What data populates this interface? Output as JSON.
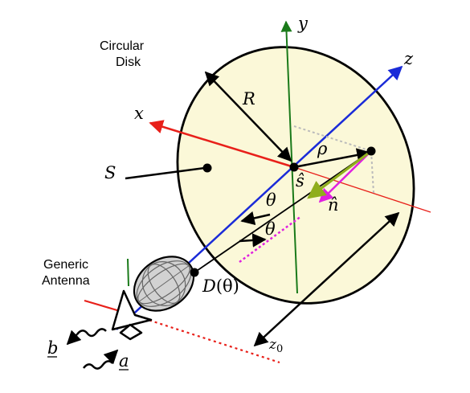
{
  "labels": {
    "disk_title_line1": "Circular",
    "disk_title_line2": "Disk",
    "antenna_line1": "Generic",
    "antenna_line2": "Antenna",
    "axis_x": "x",
    "axis_y": "y",
    "axis_z": "z",
    "radius": "R",
    "surface": "S",
    "rho": "ρ",
    "s_hat": "ŝ",
    "n_hat": "n̂",
    "theta_upper": "θ",
    "theta_lower": "θ",
    "directivity_D": "D",
    "directivity_arg": "(θ)",
    "z0_main": "z",
    "z0_sub": "0",
    "wave_b": "b",
    "wave_a": "a"
  },
  "colors": {
    "x_axis": "#e8201a",
    "y_axis": "#1a7a1a",
    "z_axis": "#1a2bd8",
    "disk_fill": "#fbf8d8",
    "s_hat_arrow": "#8fae1c",
    "n_hat_arrow": "#e020e0",
    "projection_dots": "#bbbbbb",
    "lobe_fill": "#d2d2d2"
  },
  "icons": [
    "axis-arrow",
    "wave-squiggle",
    "antenna-lobe"
  ]
}
